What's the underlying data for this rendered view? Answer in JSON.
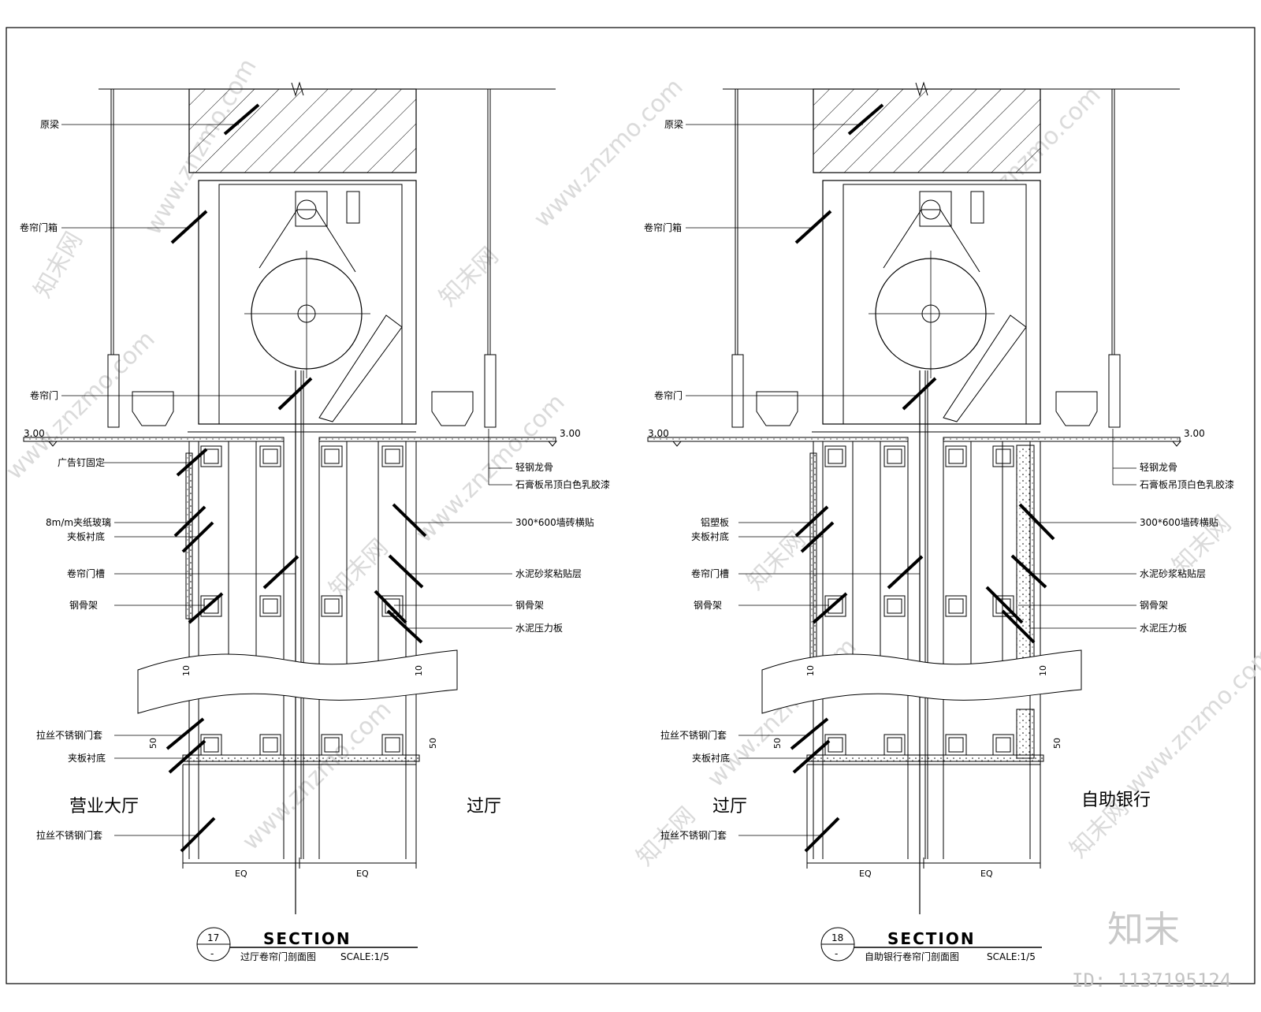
{
  "watermark": {
    "site": "www.znzmo.com",
    "brand_cn": "知末网"
  },
  "footer": {
    "brand": "知末",
    "id": "ID: 1137195124"
  },
  "level_mark": "3.00",
  "dims": {
    "eq": "EQ",
    "ten": "10",
    "fifty": "50"
  },
  "section_left": {
    "number": "17",
    "sub": "-",
    "title": "SECTION",
    "subtitle": "过厅卷帘门剖面图",
    "scale": "SCALE:1/5",
    "room_left": "营业大厅",
    "room_right": "过厅",
    "labels_left": [
      "原梁",
      "卷帘门箱",
      "卷帘门",
      "广告钉固定",
      "8m/m夹纸玻璃",
      "夹板衬底",
      "卷帘门槽",
      "钢骨架",
      "拉丝不锈钢门套",
      "夹板衬底",
      "拉丝不锈钢门套"
    ],
    "labels_right": [
      "轻钢龙骨",
      "石膏板吊顶白色乳胶漆",
      "300*600墙砖横贴",
      "水泥砂浆粘贴层",
      "钢骨架",
      "水泥压力板"
    ]
  },
  "section_right": {
    "number": "18",
    "sub": "-",
    "title": "SECTION",
    "subtitle": "自助银行卷帘门剖面图",
    "scale": "SCALE:1/5",
    "room_left": "过厅",
    "room_right": "自助银行",
    "labels_left": [
      "原梁",
      "卷帘门箱",
      "卷帘门",
      "铝塑板",
      "夹板衬底",
      "卷帘门槽",
      "钢骨架",
      "拉丝不锈钢门套",
      "夹板衬底",
      "拉丝不锈钢门套"
    ],
    "labels_right": [
      "轻钢龙骨",
      "石膏板吊顶白色乳胶漆",
      "300*600墙砖横贴",
      "水泥砂浆粘贴层",
      "钢骨架",
      "水泥压力板"
    ]
  }
}
